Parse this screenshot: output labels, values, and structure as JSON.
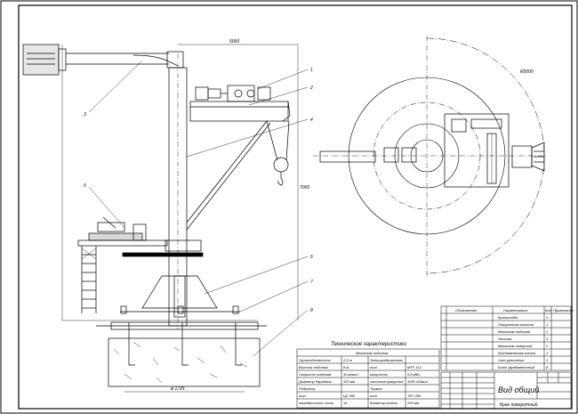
{
  "drawing": {
    "title": "Вид общий",
    "subtitle": "Кран поворотный",
    "dim_jib_length": "5000",
    "dim_height": "7000",
    "dim_base": "ø 1725",
    "dim_radius": "R5000"
  },
  "callouts": [
    "1",
    "2",
    "3",
    "4",
    "5",
    "6",
    "7",
    "8"
  ],
  "tech_table": {
    "caption": "Технические характеристики",
    "header": "Механизм подъема",
    "rows": [
      [
        "Грузоподъемность",
        "2,5 т",
        "Электродвигатель",
        ""
      ],
      [
        "Высота подъема",
        "8 м",
        "тип",
        "МТF-112"
      ],
      [
        "Скорость подъема",
        "10 м/мин",
        "мощность",
        "5,8 кВт"
      ],
      [
        "Диаметр барабана",
        "320 мм",
        "частота вращения",
        "1000 об/мин"
      ],
      [
        "Редуктор",
        "",
        "Тормоз",
        ""
      ],
      [
        "тип",
        "Ц2-350",
        "тип",
        "ТКТ-200"
      ],
      [
        "передаточное число",
        "16",
        "диаметр колеса",
        "200 мм"
      ]
    ]
  },
  "spec_table": {
    "headers": [
      "Обозначение",
      "Наименование",
      "Кол.",
      "Примечание"
    ],
    "rows": [
      [
        "",
        "Кронштейн",
        "1",
        ""
      ],
      [
        "",
        "Поворотная колонна",
        "1",
        ""
      ],
      [
        "",
        "Механизм подъема",
        "1",
        ""
      ],
      [
        "",
        "Укосина",
        "1",
        ""
      ],
      [
        "",
        "Механизм поворота",
        "1",
        ""
      ],
      [
        "",
        "Фундаментная плита",
        "1",
        ""
      ],
      [
        "",
        "Узел крепления",
        "1",
        ""
      ],
      [
        "",
        "Болт фундаментный",
        "8",
        ""
      ]
    ]
  }
}
